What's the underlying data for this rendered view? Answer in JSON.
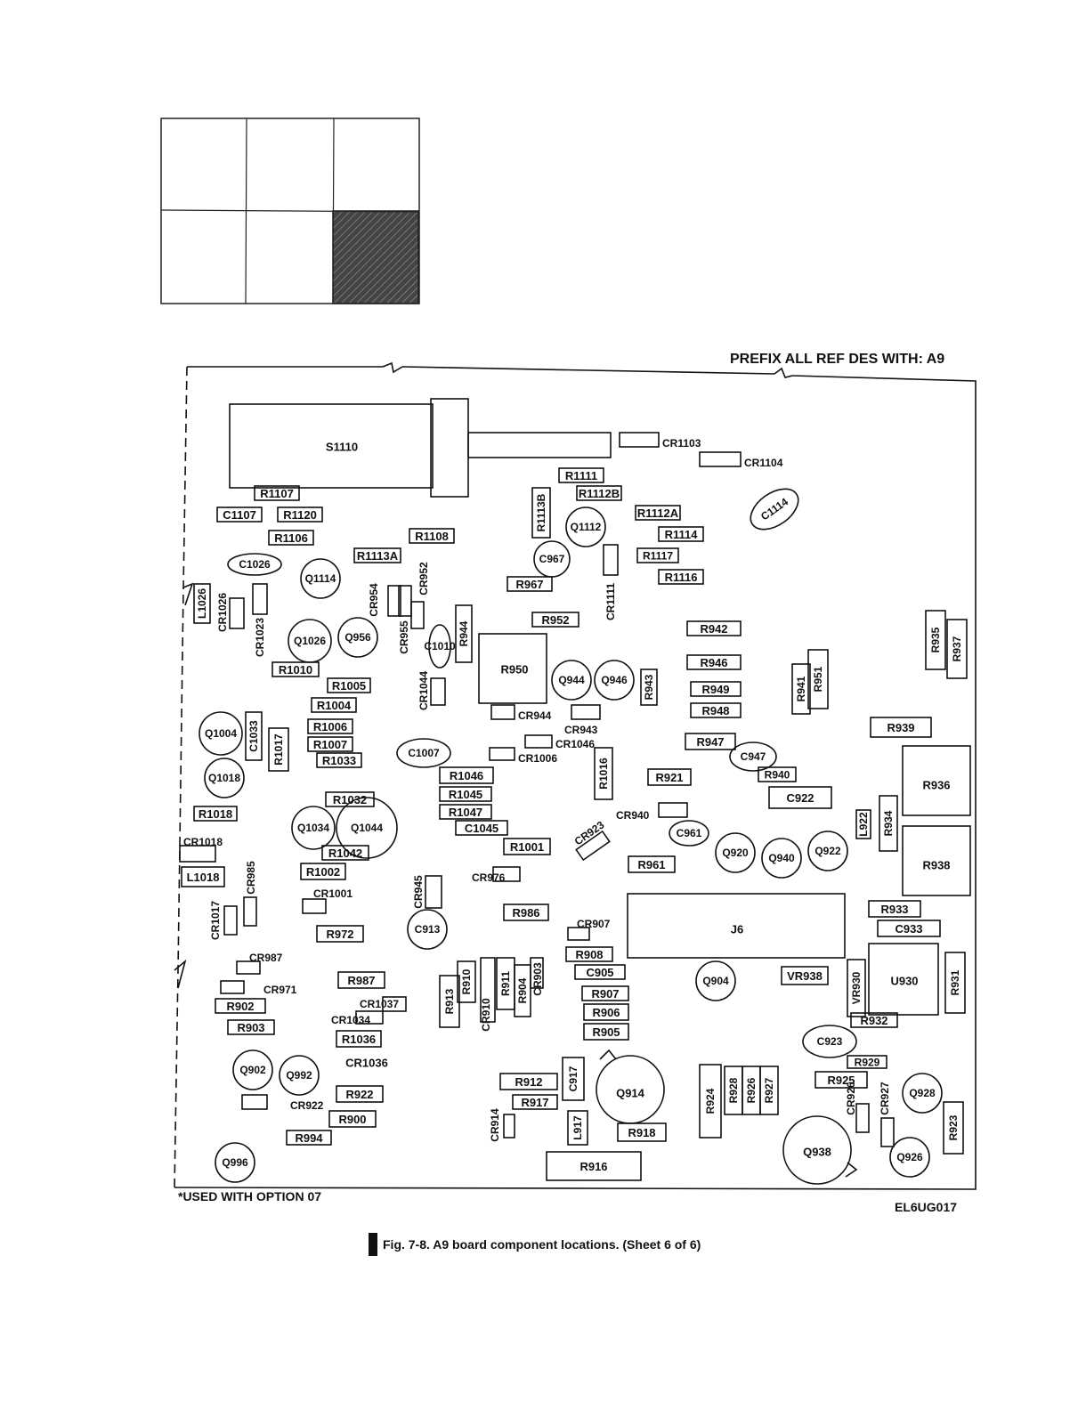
{
  "prefix_note": "PREFIX ALL REF DES WITH: A9",
  "footnote": "*USED WITH OPTION 07",
  "drawing_code": "EL6UG017",
  "caption": "Fig. 7-8.  A9 board component locations.  (Sheet 6 of 6)",
  "locator": {
    "rows": 2,
    "cols": 3,
    "highlighted_cell": [
      1,
      2
    ]
  },
  "components": [
    {
      "id": "S1110",
      "type": "switch"
    },
    {
      "id": "CR1103",
      "type": "box"
    },
    {
      "id": "CR1104",
      "type": "box"
    },
    {
      "id": "R1111",
      "type": "box"
    },
    {
      "id": "R1107",
      "type": "box"
    },
    {
      "id": "R1112B",
      "type": "box"
    },
    {
      "id": "R1113B",
      "type": "box"
    },
    {
      "id": "Q1112",
      "type": "circle"
    },
    {
      "id": "C1114",
      "type": "oval"
    },
    {
      "id": "C1107",
      "type": "box"
    },
    {
      "id": "R1120",
      "type": "box"
    },
    {
      "id": "R1112A",
      "type": "box"
    },
    {
      "id": "R1114",
      "type": "box"
    },
    {
      "id": "R1106",
      "type": "box"
    },
    {
      "id": "R1108",
      "type": "box"
    },
    {
      "id": "R1113A",
      "type": "box"
    },
    {
      "id": "C967",
      "type": "circle"
    },
    {
      "id": "R1117",
      "type": "box"
    },
    {
      "id": "C1026",
      "type": "oval"
    },
    {
      "id": "Q1114",
      "type": "circle"
    },
    {
      "id": "CR1111",
      "type": "box"
    },
    {
      "id": "R1116",
      "type": "box"
    },
    {
      "id": "R967",
      "type": "box"
    },
    {
      "id": "L1026",
      "type": "box"
    },
    {
      "id": "CR1026",
      "type": "box"
    },
    {
      "id": "CR954",
      "type": "box"
    },
    {
      "id": "CR952",
      "type": "box"
    },
    {
      "id": "R952",
      "type": "box"
    },
    {
      "id": "CR1023",
      "type": "box"
    },
    {
      "id": "Q956",
      "type": "circle"
    },
    {
      "id": "CR955",
      "type": "box"
    },
    {
      "id": "C1010",
      "type": "oval"
    },
    {
      "id": "R944",
      "type": "box"
    },
    {
      "id": "R942",
      "type": "box"
    },
    {
      "id": "R935",
      "type": "box"
    },
    {
      "id": "R937",
      "type": "box"
    },
    {
      "id": "Q1026",
      "type": "circle"
    },
    {
      "id": "R950",
      "type": "box"
    },
    {
      "id": "R1010",
      "type": "box"
    },
    {
      "id": "Q944",
      "type": "circle"
    },
    {
      "id": "Q946",
      "type": "circle"
    },
    {
      "id": "R943",
      "type": "box"
    },
    {
      "id": "R946",
      "type": "box"
    },
    {
      "id": "R951",
      "type": "box"
    },
    {
      "id": "R1005",
      "type": "box"
    },
    {
      "id": "CR1044",
      "type": "box"
    },
    {
      "id": "R949",
      "type": "box"
    },
    {
      "id": "R941",
      "type": "box"
    },
    {
      "id": "R1004",
      "type": "box"
    },
    {
      "id": "CR944",
      "type": "box"
    },
    {
      "id": "R948",
      "type": "box"
    },
    {
      "id": "Q1004",
      "type": "circle"
    },
    {
      "id": "C1033",
      "type": "box"
    },
    {
      "id": "R1006",
      "type": "box"
    },
    {
      "id": "CR943",
      "type": "box"
    },
    {
      "id": "R939",
      "type": "box"
    },
    {
      "id": "R1017",
      "type": "box"
    },
    {
      "id": "R1007",
      "type": "box"
    },
    {
      "id": "CR1046",
      "type": "box"
    },
    {
      "id": "R947",
      "type": "box"
    },
    {
      "id": "C1007",
      "type": "oval"
    },
    {
      "id": "CR1006",
      "type": "box"
    },
    {
      "id": "C947",
      "type": "oval"
    },
    {
      "id": "R1033",
      "type": "box"
    },
    {
      "id": "R1016",
      "type": "box"
    },
    {
      "id": "Q1018",
      "type": "circle"
    },
    {
      "id": "R1046",
      "type": "box"
    },
    {
      "id": "R921",
      "type": "box"
    },
    {
      "id": "R940",
      "type": "box"
    },
    {
      "id": "R936",
      "type": "box"
    },
    {
      "id": "R1045",
      "type": "box"
    },
    {
      "id": "L922",
      "type": "box"
    },
    {
      "id": "R1032",
      "type": "box"
    },
    {
      "id": "C922",
      "type": "box"
    },
    {
      "id": "R1018",
      "type": "box"
    },
    {
      "id": "Q1034",
      "type": "circle"
    },
    {
      "id": "R1047",
      "type": "box"
    },
    {
      "id": "CR940",
      "type": "box"
    },
    {
      "id": "R934",
      "type": "box"
    },
    {
      "id": "Q1044",
      "type": "circle"
    },
    {
      "id": "C1045",
      "type": "box"
    },
    {
      "id": "C961",
      "type": "oval"
    },
    {
      "id": "CR923",
      "type": "box"
    },
    {
      "id": "CR1018",
      "type": "box"
    },
    {
      "id": "R1001",
      "type": "box"
    },
    {
      "id": "Q920",
      "type": "circle"
    },
    {
      "id": "Q940",
      "type": "circle"
    },
    {
      "id": "Q922",
      "type": "circle"
    },
    {
      "id": "R938",
      "type": "box"
    },
    {
      "id": "R1042",
      "type": "box"
    },
    {
      "id": "R961",
      "type": "box"
    },
    {
      "id": "CR985",
      "type": "box"
    },
    {
      "id": "L1018",
      "type": "box"
    },
    {
      "id": "R1002",
      "type": "box"
    },
    {
      "id": "CR976",
      "type": "box"
    },
    {
      "id": "CR945",
      "type": "box"
    },
    {
      "id": "CR1001",
      "type": "box"
    },
    {
      "id": "R986",
      "type": "box"
    },
    {
      "id": "R933",
      "type": "box"
    },
    {
      "id": "CR1017",
      "type": "box"
    },
    {
      "id": "CR907",
      "type": "box"
    },
    {
      "id": "J6",
      "type": "connector"
    },
    {
      "id": "C933",
      "type": "box"
    },
    {
      "id": "C913",
      "type": "circle"
    },
    {
      "id": "R972",
      "type": "box"
    },
    {
      "id": "R908",
      "type": "box"
    },
    {
      "id": "CR987",
      "type": "box"
    },
    {
      "id": "C905",
      "type": "box"
    },
    {
      "id": "VR938",
      "type": "box"
    },
    {
      "id": "U930",
      "type": "box"
    },
    {
      "id": "R931",
      "type": "box"
    },
    {
      "id": "R987",
      "type": "box"
    },
    {
      "id": "Q904",
      "type": "circle"
    },
    {
      "id": "VR930",
      "type": "box"
    },
    {
      "id": "CR971",
      "type": "box"
    },
    {
      "id": "R910",
      "type": "box"
    },
    {
      "id": "R911",
      "type": "box"
    },
    {
      "id": "R904",
      "type": "box"
    },
    {
      "id": "CR903",
      "type": "box"
    },
    {
      "id": "R907",
      "type": "box"
    },
    {
      "id": "R913",
      "type": "box"
    },
    {
      "id": "CR1037",
      "type": "box"
    },
    {
      "id": "R902",
      "type": "box"
    },
    {
      "id": "CR910",
      "type": "box"
    },
    {
      "id": "R906",
      "type": "box"
    },
    {
      "id": "R932",
      "type": "box"
    },
    {
      "id": "CR1034",
      "type": "box"
    },
    {
      "id": "R903",
      "type": "box"
    },
    {
      "id": "R905",
      "type": "box"
    },
    {
      "id": "R1036",
      "type": "box"
    },
    {
      "id": "C923",
      "type": "oval"
    },
    {
      "id": "CR1036",
      "type": "box"
    },
    {
      "id": "R929",
      "type": "box"
    },
    {
      "id": "Q902",
      "type": "circle"
    },
    {
      "id": "C917",
      "type": "box"
    },
    {
      "id": "Q992",
      "type": "circle"
    },
    {
      "id": "R912",
      "type": "box"
    },
    {
      "id": "R925",
      "type": "box"
    },
    {
      "id": "Q914",
      "type": "circle"
    },
    {
      "id": "R928",
      "type": "box"
    },
    {
      "id": "R926",
      "type": "box"
    },
    {
      "id": "R927",
      "type": "box"
    },
    {
      "id": "Q928",
      "type": "circle"
    },
    {
      "id": "R922",
      "type": "box"
    },
    {
      "id": "R924",
      "type": "box"
    },
    {
      "id": "CR922",
      "type": "box"
    },
    {
      "id": "R917",
      "type": "box"
    },
    {
      "id": "CR926",
      "type": "box"
    },
    {
      "id": "CR927",
      "type": "box"
    },
    {
      "id": "R900",
      "type": "box"
    },
    {
      "id": "CR914",
      "type": "box"
    },
    {
      "id": "L917",
      "type": "box"
    },
    {
      "id": "R918",
      "type": "box"
    },
    {
      "id": "R923",
      "type": "box"
    },
    {
      "id": "R994",
      "type": "box"
    },
    {
      "id": "Q938",
      "type": "circle"
    },
    {
      "id": "Q926",
      "type": "circle"
    },
    {
      "id": "Q996",
      "type": "circle"
    },
    {
      "id": "R916",
      "type": "box"
    }
  ]
}
